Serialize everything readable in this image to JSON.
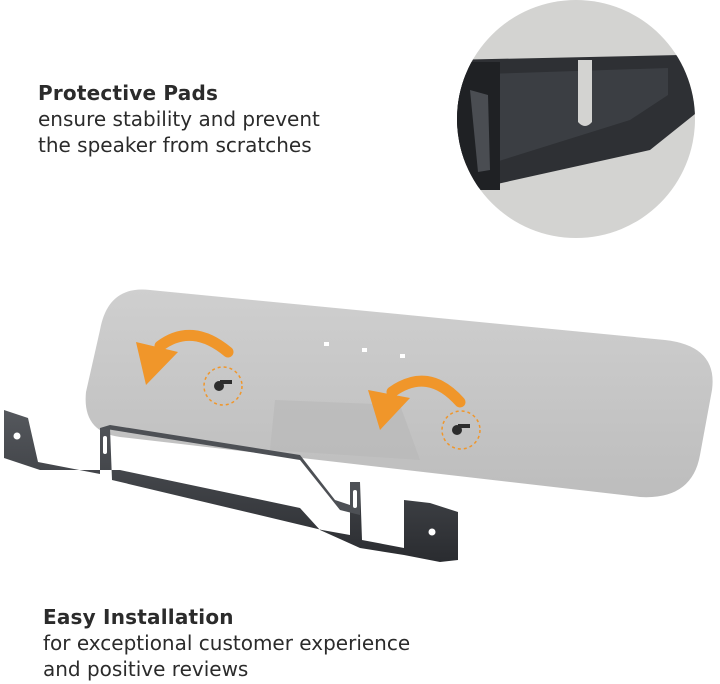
{
  "features": {
    "protective_pads": {
      "title": "Protective Pads",
      "line1": "ensure stability and prevent",
      "line2": "the speaker from scratches"
    },
    "easy_installation": {
      "title": "Easy Installation",
      "line1": "for exceptional customer experience",
      "line2": "and positive reviews"
    }
  },
  "colors": {
    "text": "#2b2b2b",
    "accent_orange": "#f0962a",
    "speaker_gray": "#c4c4c4",
    "bracket_dark": "#3a3d42",
    "zoom_circle_bg": "#d3d3d1"
  },
  "icons": [
    "rotate-arrow-icon",
    "rotate-arrow-icon"
  ]
}
